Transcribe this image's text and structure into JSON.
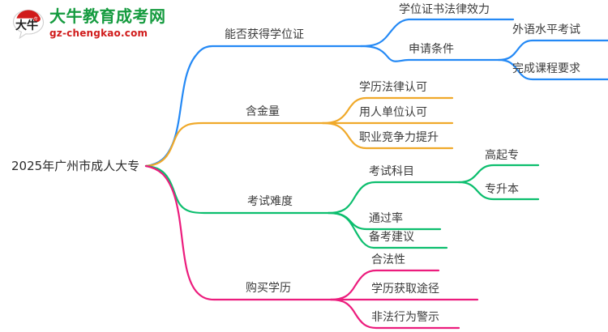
{
  "logo": {
    "mark_text": "大牛",
    "brand_cn": "大牛教育成考网",
    "brand_url": "gz-chengkao.com",
    "brand_color": "#159b3f",
    "url_color": "#d01b1b",
    "mark_color": "#d01b1b"
  },
  "mindmap": {
    "root": "2025年广州市成人大专",
    "colors": {
      "blue": "#2489f5",
      "orange": "#f0a92a",
      "green": "#0cbe6e",
      "pink": "#ec1c7d"
    },
    "branches": [
      {
        "label": "能否获得学位证",
        "color": "blue",
        "children": [
          {
            "label": "学位证书法律效力",
            "children": []
          },
          {
            "label": "申请条件",
            "children": [
              {
                "label": "外语水平考试"
              },
              {
                "label": "完成课程要求"
              }
            ]
          }
        ]
      },
      {
        "label": "含金量",
        "color": "orange",
        "children": [
          {
            "label": "学历法律认可",
            "children": []
          },
          {
            "label": "用人单位认可",
            "children": []
          },
          {
            "label": "职业竞争力提升",
            "children": []
          }
        ]
      },
      {
        "label": "考试难度",
        "color": "green",
        "children": [
          {
            "label": "考试科目",
            "children": [
              {
                "label": "高起专"
              },
              {
                "label": "专升本"
              }
            ]
          },
          {
            "label": "通过率",
            "children": []
          },
          {
            "label": "备考建议",
            "children": []
          }
        ]
      },
      {
        "label": "购买学历",
        "color": "pink",
        "children": [
          {
            "label": "合法性",
            "children": []
          },
          {
            "label": "学历获取途径",
            "children": []
          },
          {
            "label": "非法行为警示",
            "children": []
          }
        ]
      }
    ]
  }
}
